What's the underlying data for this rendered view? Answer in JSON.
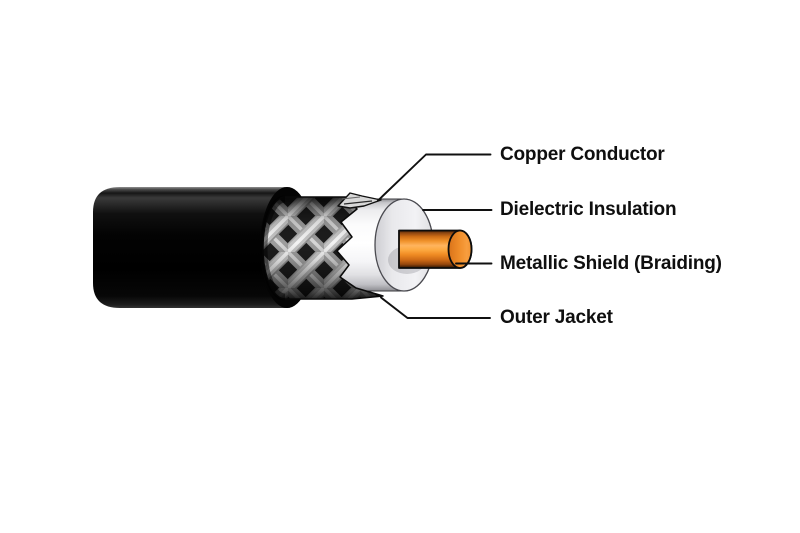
{
  "diagram": {
    "illustration": "coaxial-cable-cutaway",
    "background_color": "#ffffff",
    "label_text_color": "#0f0f0f",
    "leader_line_color": "#101010",
    "labels": [
      {
        "id": "copper-conductor",
        "text": "Copper Conductor"
      },
      {
        "id": "dielectric-insulation",
        "text": "Dielectric Insulation"
      },
      {
        "id": "metallic-shield",
        "text": "Metallic Shield (Braiding)"
      },
      {
        "id": "outer-jacket",
        "text": "Outer Jacket"
      }
    ],
    "colors": {
      "outer_jacket_black": "#0a0a0a",
      "braid_silver": "#c4c4c4",
      "dielectric_white": "#f7f7f9",
      "copper_orange": "#f0922a"
    }
  }
}
